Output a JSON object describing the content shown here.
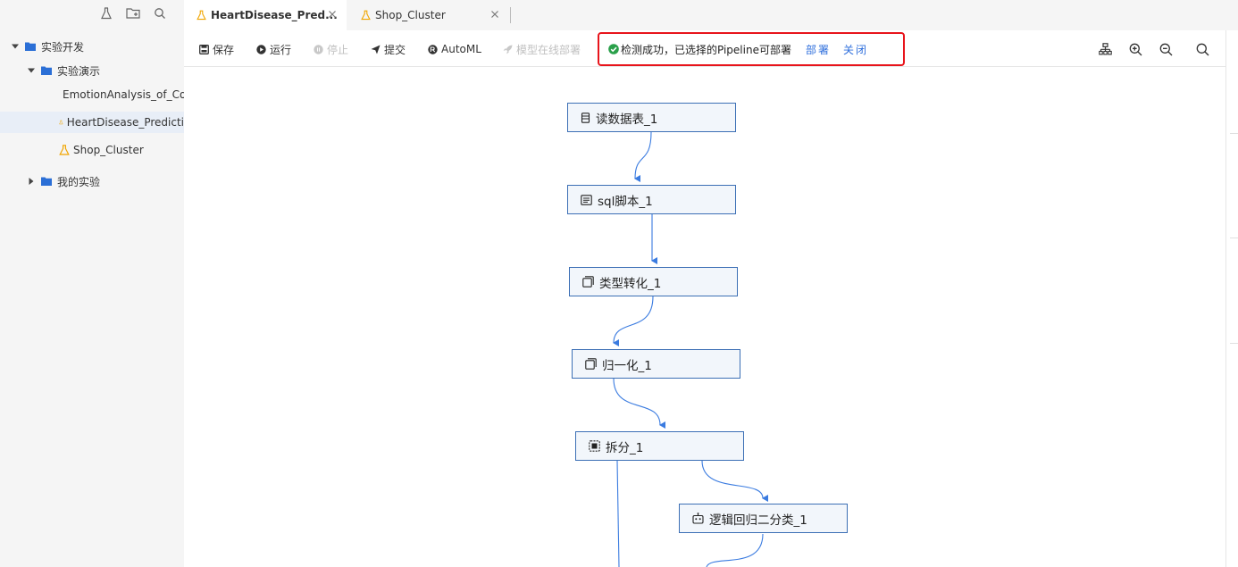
{
  "sidebar": {
    "tools": [
      "flask-icon",
      "add-folder-icon",
      "search-icon"
    ],
    "tree": [
      {
        "label": "实验开发",
        "kind": "folder",
        "expanded": true,
        "level": 0
      },
      {
        "label": "实验演示",
        "kind": "folder",
        "expanded": true,
        "level": 1
      },
      {
        "label": "EmotionAnalysis_of_Co",
        "kind": "experiment",
        "level": 2
      },
      {
        "label": "HeartDisease_Predicti",
        "kind": "experiment",
        "level": 2,
        "selected": true
      },
      {
        "label": "Shop_Cluster",
        "kind": "experiment",
        "level": 2
      },
      {
        "label": "我的实验",
        "kind": "folder",
        "expanded": false,
        "level": 1
      }
    ]
  },
  "tabs": [
    {
      "label": "HeartDisease_Pred...",
      "active": true
    },
    {
      "label": "Shop_Cluster",
      "active": false
    }
  ],
  "toolbar": {
    "save": "保存",
    "run": "运行",
    "stop": "停止",
    "submit": "提交",
    "automl": "AutoML",
    "deploy_online": "模型在线部署"
  },
  "notice": {
    "message": "检测成功，已选择的Pipeline可部署",
    "deploy": "部署",
    "close": "关闭"
  },
  "canvas_tools": [
    "layout-icon",
    "zoom-in-icon",
    "zoom-out-icon",
    "search-icon"
  ],
  "nodes": [
    {
      "id": "read",
      "label": "读数据表_1",
      "icon": "table-icon"
    },
    {
      "id": "sql",
      "label": "sql脚本_1",
      "icon": "script-icon"
    },
    {
      "id": "cast",
      "label": "类型转化_1",
      "icon": "copy-icon"
    },
    {
      "id": "norm",
      "label": "归一化_1",
      "icon": "copy-icon"
    },
    {
      "id": "split",
      "label": "拆分_1",
      "icon": "chip-icon"
    },
    {
      "id": "lr",
      "label": "逻辑回归二分类_1",
      "icon": "robot-icon"
    }
  ],
  "colors": {
    "accent": "#2f6fdc",
    "node_border": "#3c6fb5",
    "edge": "#3a7be0",
    "notice_border": "#e8141b",
    "success": "#2aa04a",
    "flask": "#f0a500",
    "folder": "#2b6fd6"
  }
}
